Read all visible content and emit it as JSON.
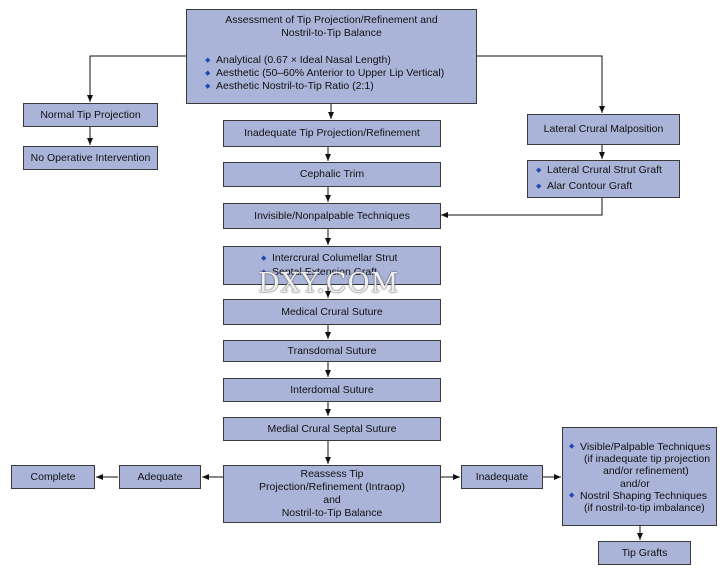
{
  "top": {
    "title_lines": [
      "Assessment of Tip Projection/Refinement and",
      "Nostril-to-Tip Balance"
    ],
    "bullets": [
      "Analytical (0.67 × Ideal Nasal Length)",
      "Aesthetic (50–60% Anterior to Upper Lip Vertical)",
      "Aesthetic Nostril-to-Tip Ratio (2:1)"
    ]
  },
  "left": {
    "normal": "Normal Tip Projection",
    "no_op": "No Operative Intervention"
  },
  "right": {
    "malposition": "Lateral Crural Malposition",
    "grafts": [
      "Lateral Crural Strut Graft",
      "Alar Contour Graft"
    ]
  },
  "center": {
    "inadequate": "Inadequate Tip Projection/Refinement",
    "cephalic": "Cephalic Trim",
    "invisible": "Invisible/Nonpalpable Techniques",
    "strut_items": [
      "Intercrural Columellar Strut",
      "Septal Extension Graft"
    ],
    "medical_crural": "Medical Crural Suture",
    "transdomal": "Transdomal Suture",
    "interdomal": "Interdomal Suture",
    "medial_septal": "Medial Crural Septal Suture",
    "reassess_lines": [
      "Reassess Tip",
      "Projection/Refinement (Intraop)",
      "and",
      "Nostril-to-Tip Balance"
    ]
  },
  "bottom": {
    "adequate": "Adequate",
    "complete": "Complete",
    "inadequate": "Inadequate",
    "visible": {
      "item1": "Visible/Palpable Techniques",
      "item1_sub1": "(if inadequate tip projection",
      "item1_sub2": "and/or refinement)",
      "andor": "and/or",
      "item2": "Nostril Shaping Techniques",
      "item2_sub": "(if nostril-to-tip imbalance)"
    },
    "tip_grafts": "Tip Grafts"
  },
  "watermark": "DXY.COM",
  "colors": {
    "box_fill": "#aab4d9",
    "border": "#3a3a3a",
    "bullet": "#1f49b6",
    "arrow": "#111111"
  }
}
